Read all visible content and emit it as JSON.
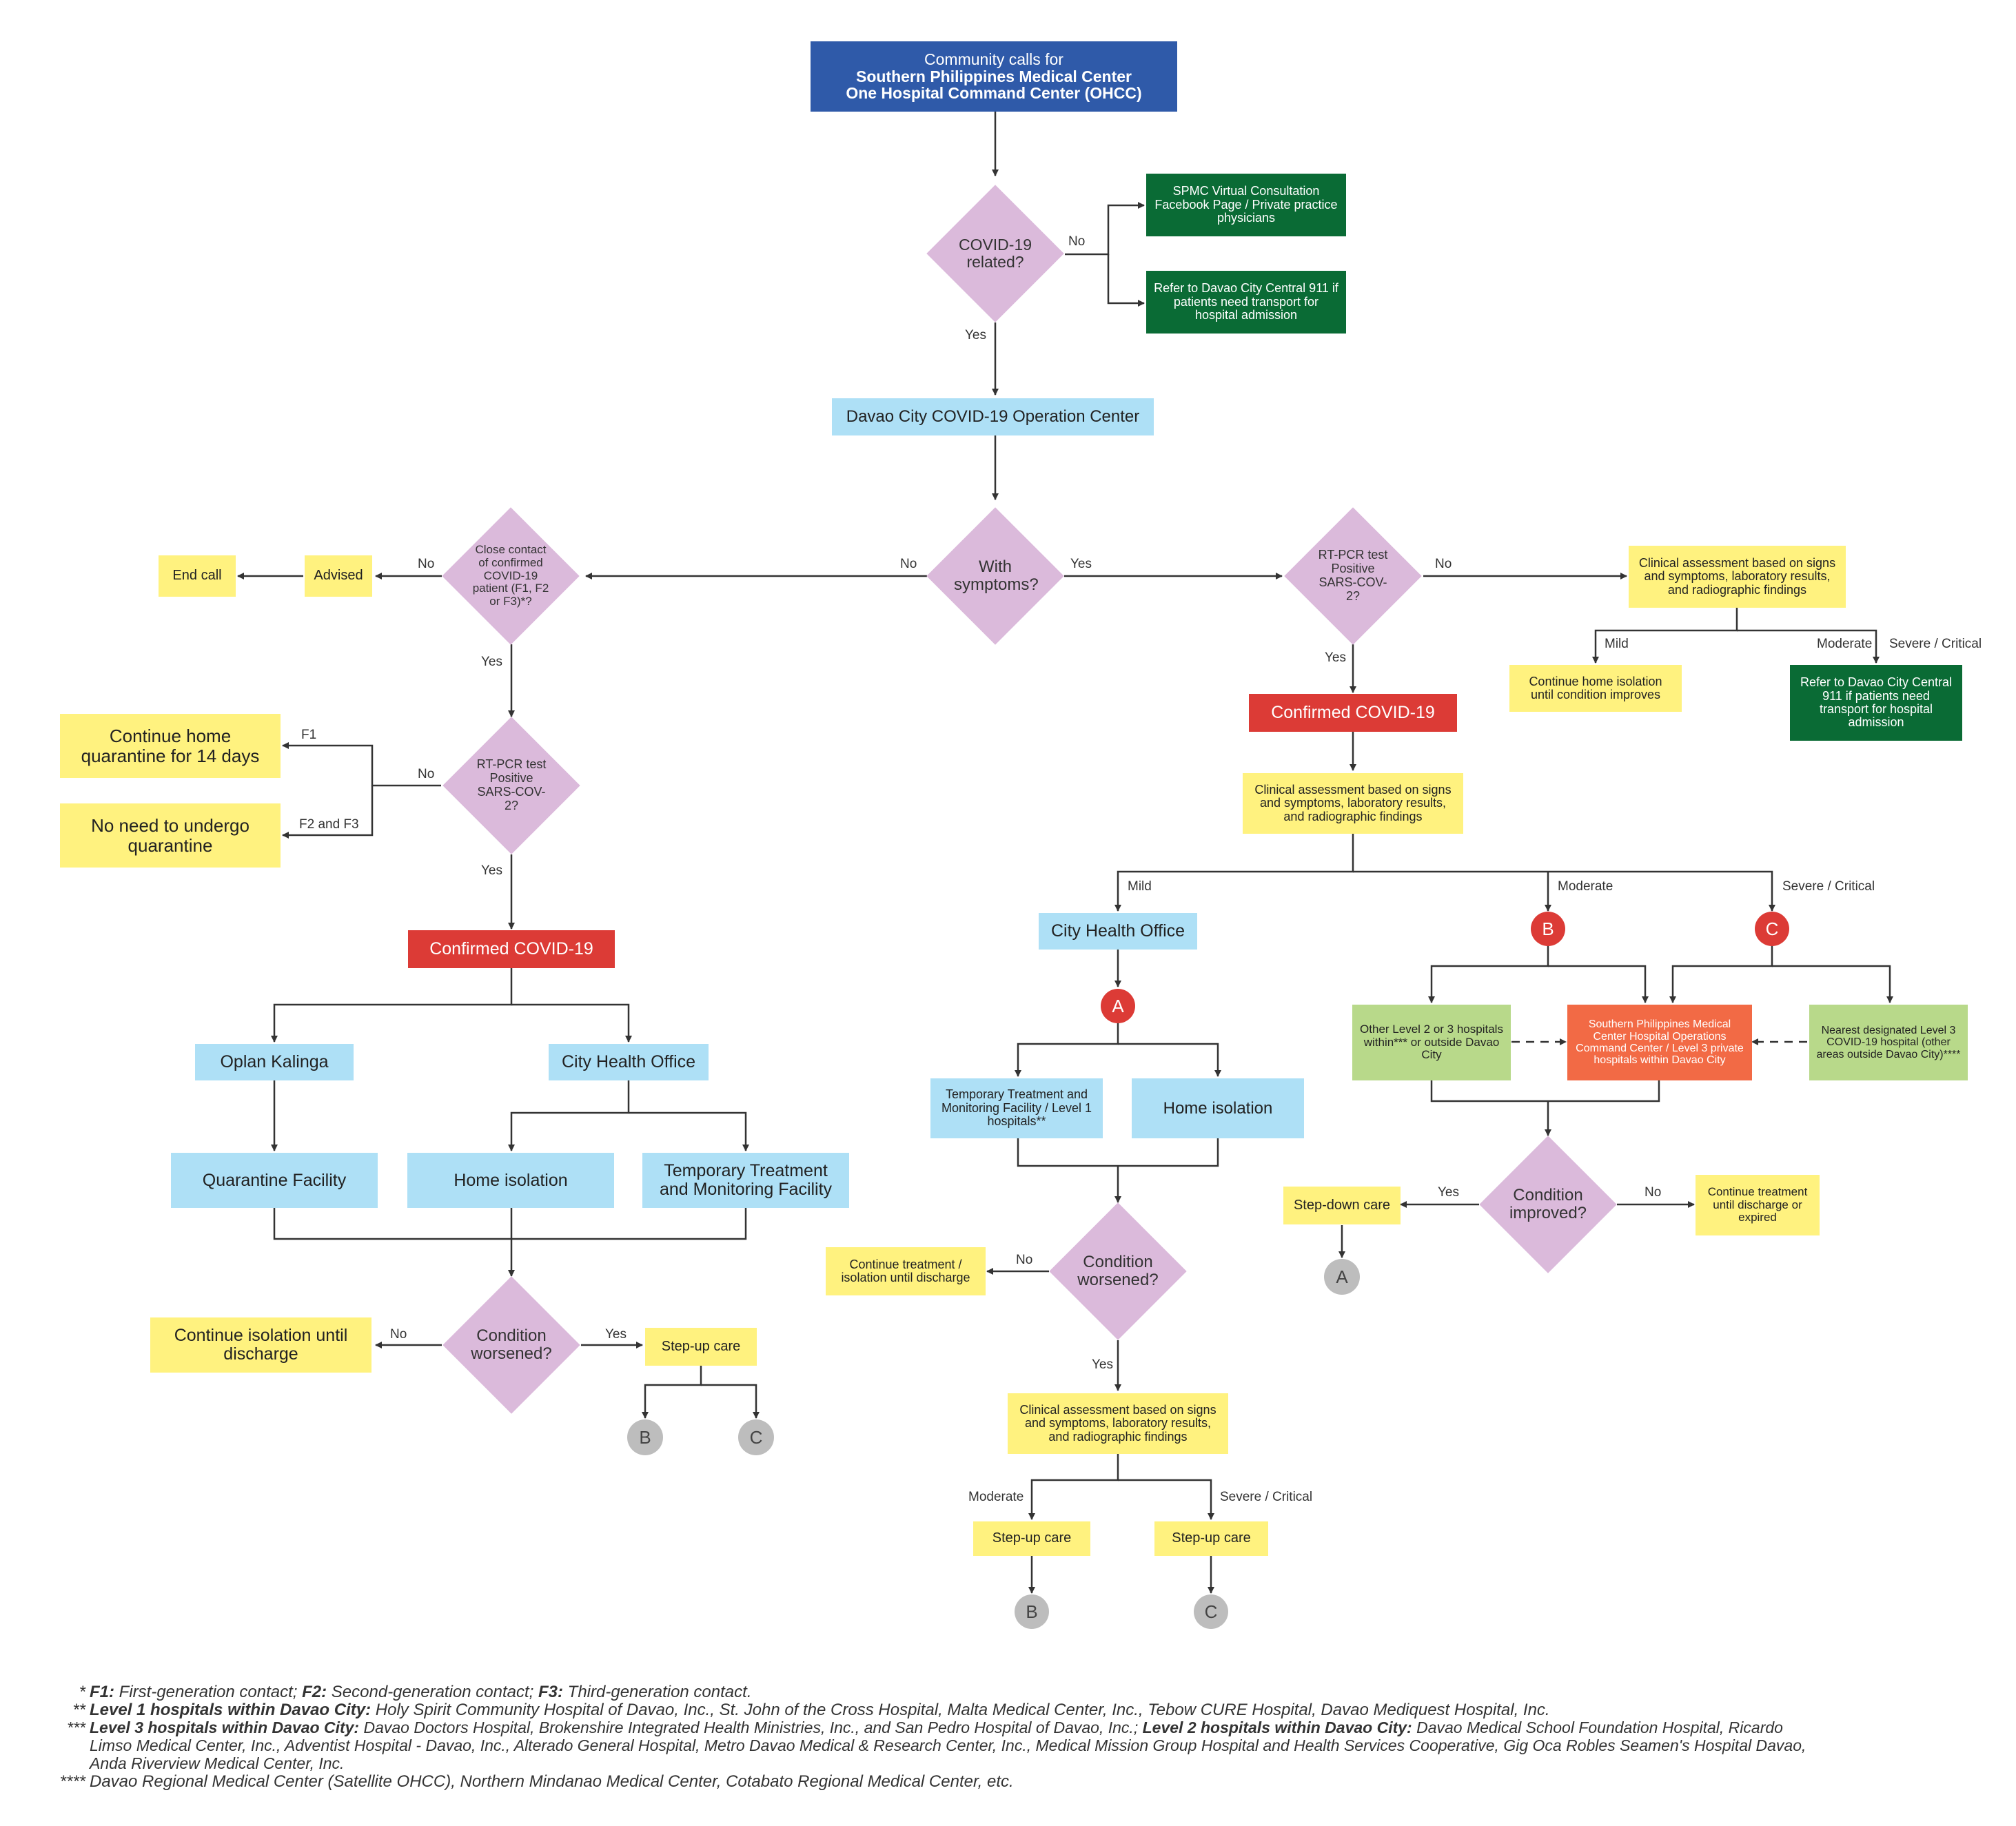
{
  "top": {
    "line1": "Community calls for",
    "line2": "Southern Philippines Medical Center",
    "line3": "One Hospital Command Center (OHCC)"
  },
  "q_covid": "COVID-19 related?",
  "spmc_virtual": "SPMC Virtual Consultation Facebook Page / Private practice physicians",
  "refer_top": "Refer to Davao City Central 911 if patients need transport for hospital admission",
  "ops_center": "Davao City COVID-19 Operation Center",
  "q_symptoms": "With symptoms?",
  "q_close": "Close contact of confirmed COVID-19 patient (F1, F2 or F3)*?",
  "advised": "Advised",
  "end_call": "End call",
  "q_rtpcr_left": "RT-PCR test Positive SARS-COV-2?",
  "home_quarantine": "Continue home quarantine for 14 days",
  "no_quarantine": "No need to undergo quarantine",
  "confirmed": "Confirmed COVID-19",
  "oplan": "Oplan Kalinga",
  "cho": "City Health Office",
  "quarantine_facility": "Quarantine Facility",
  "home_isolation": "Home isolation",
  "ttmf": "Temporary Treatment and Monitoring Facility",
  "q_worsened": "Condition worsened?",
  "continue_isolation": "Continue isolation until discharge",
  "stepup": "Step-up care",
  "q_rtpcr_right": "RT-PCR test Positive SARS-COV-2?",
  "clinical": "Clinical assessment based on signs and symptoms, laboratory results, and radiographic findings",
  "continue_home_iso": "Continue home isolation until condition improves",
  "refer_right": "Refer to Davao City Central 911 if patients need transport for hospital admission",
  "ttmf_l1": "Temporary Treatment and Monitoring Facility / Level 1 hospitals**",
  "continue_treatment_iso": "Continue treatment / isolation until discharge",
  "other_l23": "Other Level 2 or 3 hospitals within*** or outside Davao City",
  "spmc_ops": "Southern Philippines Medical Center Hospital Operations Command Center / Level 3 private hospitals within Davao City",
  "nearest_l3": "Nearest designated Level 3 COVID-19 hospital (other areas outside Davao City)****",
  "q_improved": "Condition improved?",
  "stepdown": "Step-down care",
  "continue_treatment_exp": "Continue treatment until discharge or expired",
  "labels": {
    "yes": "Yes",
    "no": "No",
    "f1": "F1",
    "f23": "F2 and F3",
    "mild": "Mild",
    "moderate": "Moderate",
    "severe": "Severe / Critical"
  },
  "connectors": {
    "a": "A",
    "b": "B",
    "c": "C"
  },
  "footnotes": {
    "f1_mark": "*",
    "f1_k1": "F1:",
    "f1_t1": " First-generation contact; ",
    "f1_k2": "F2:",
    "f1_t2": " Second-generation contact; ",
    "f1_k3": "F3:",
    "f1_t3": " Third-generation contact.",
    "f2_mark": "**",
    "f2_k": "Level 1 hospitals within Davao City:",
    "f2_t": " Holy Spirit Community Hospital of Davao, Inc., St. John of the Cross Hospital, Malta Medical Center, Inc., Tebow CURE Hospital, Davao Mediquest Hospital, Inc.",
    "f3_mark": "***",
    "f3_k1": "Level 3 hospitals within Davao City:",
    "f3_t1": " Davao Doctors Hospital, Brokenshire Integrated Health Ministries, Inc., and San Pedro Hospital of Davao, Inc.; ",
    "f3_k2": "Level 2 hospitals within Davao City:",
    "f3_t2": " Davao Medical School Foundation Hospital, Ricardo",
    "f3_l2": "Limso Medical Center, Inc., Adventist Hospital - Davao, Inc., Alterado General Hospital, Metro Davao Medical & Research Center, Inc., Medical Mission Group Hospital and Health Services Cooperative, Gig Oca Robles Seamen's Hospital Davao,",
    "f3_l3": "Anda Riverview Medical Center, Inc.",
    "f4_mark": "****",
    "f4_t": "Davao Regional Medical Center (Satellite OHCC), Northern Mindanao Medical Center, Cotabato Regional Medical Center, etc."
  }
}
